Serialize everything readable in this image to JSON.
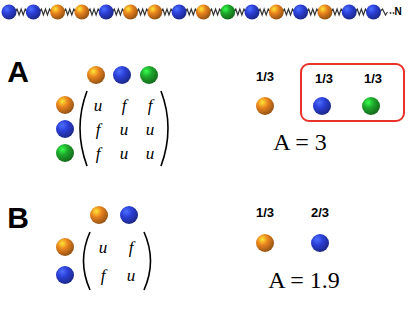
{
  "diagram": {
    "nodes": [
      {
        "text": [
          "1/3",
          "1/3"
        ]
      }
    ],
    "labels": [
      "N",
      "A",
      "u",
      "f",
      "f",
      "f",
      "u",
      "u",
      "f",
      "u",
      "u",
      "1/3",
      "A = 3",
      "B",
      "u",
      "f",
      "f",
      "u",
      "1/3",
      "2/3",
      "A = 1.9"
    ]
  }
}
